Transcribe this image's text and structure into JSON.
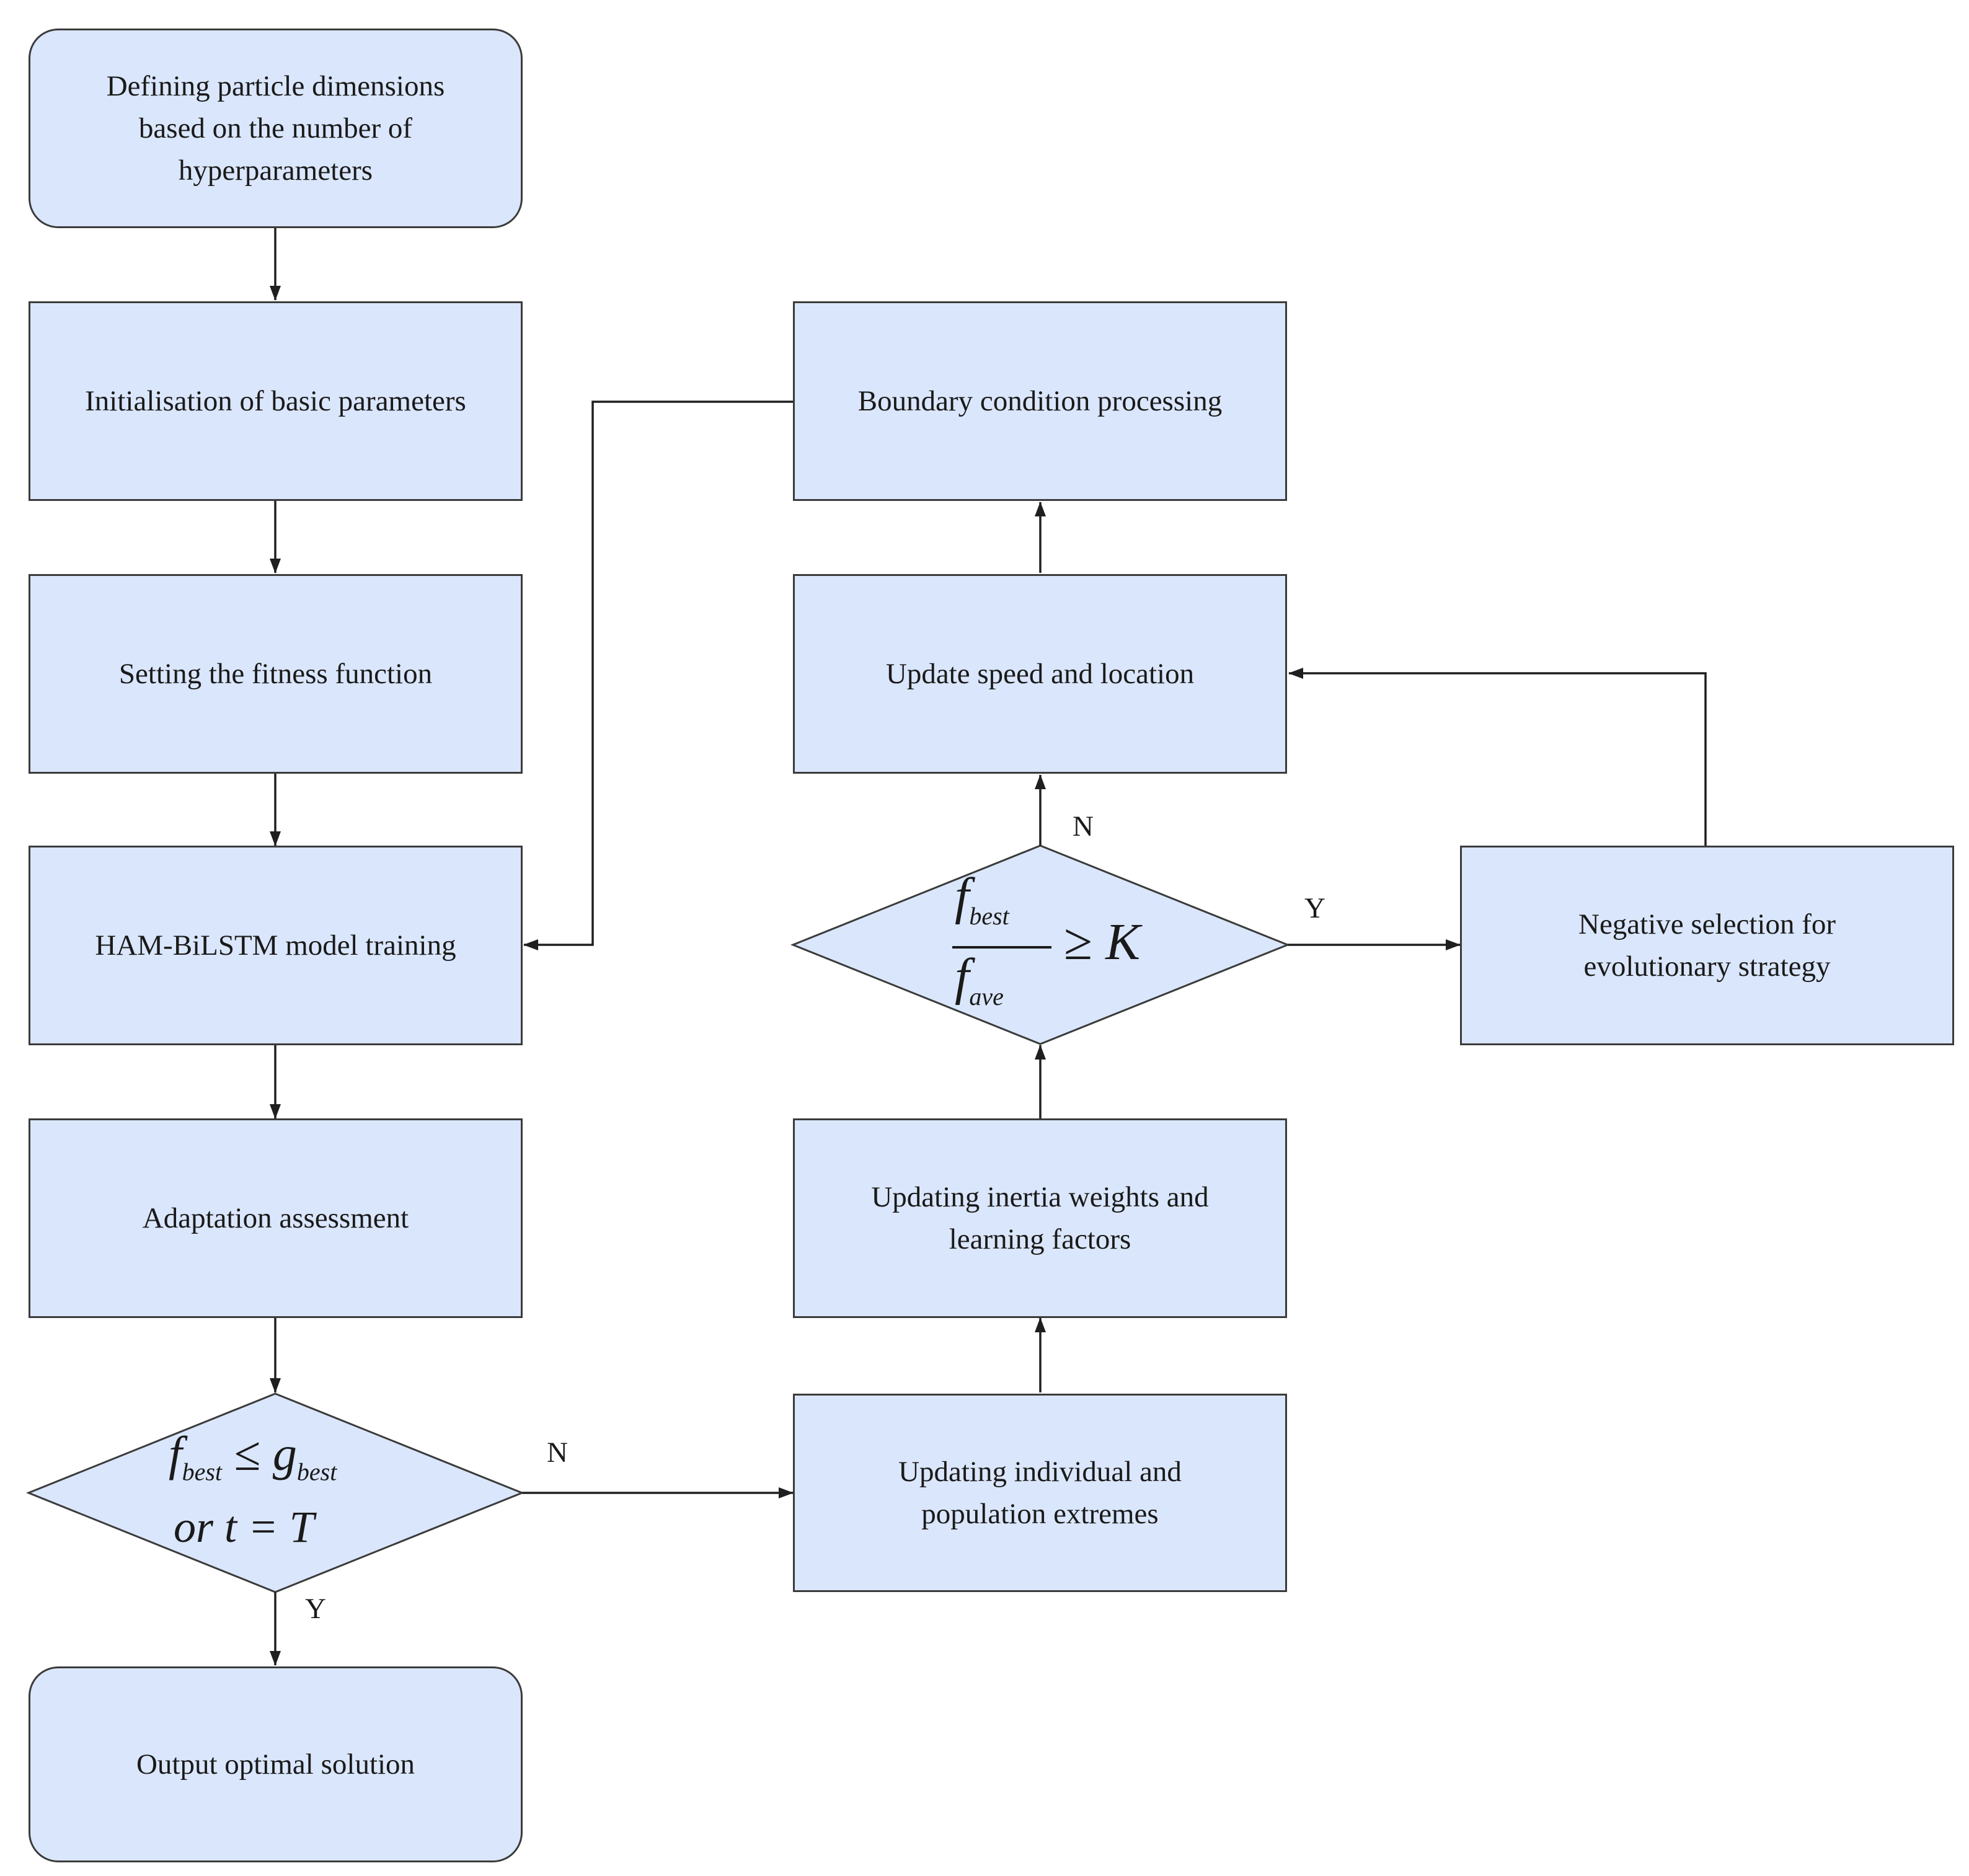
{
  "nodes": {
    "define_dims": {
      "lines": [
        "Defining particle dimensions",
        "based on the number of",
        "hyperparameters"
      ]
    },
    "init_params": {
      "text": "Initialisation of basic parameters"
    },
    "fitness_fn": {
      "text": "Setting the fitness function"
    },
    "model_training": {
      "text": "HAM-BiLSTM model training"
    },
    "adaptation": {
      "text": "Adaptation assessment"
    },
    "output": {
      "text": "Output optimal solution"
    },
    "boundary": {
      "text": "Boundary condition processing"
    },
    "update_speed": {
      "text": "Update speed and location"
    },
    "update_inertia": {
      "lines": [
        "Updating inertia weights and",
        "learning factors"
      ]
    },
    "update_extremes": {
      "lines": [
        "Updating individual and",
        "population extremes"
      ]
    },
    "negative_selection": {
      "lines": [
        "Negative selection for",
        "evolutionary strategy"
      ]
    }
  },
  "decisions": {
    "termination": {
      "f": "f",
      "f_sub": "best",
      "relation": "≤",
      "g": "g",
      "g_sub": "best",
      "line2": "or t = T"
    },
    "ratio": {
      "num": "f",
      "num_sub": "best",
      "den": "f",
      "den_sub": "ave",
      "relation": "≥",
      "rhs": "K"
    }
  },
  "edge_labels": {
    "termination_no": "N",
    "termination_yes": "Y",
    "ratio_no": "N",
    "ratio_yes": "Y"
  },
  "colors": {
    "node_fill": "#dae6fb",
    "stroke": "#3b3b3b"
  }
}
